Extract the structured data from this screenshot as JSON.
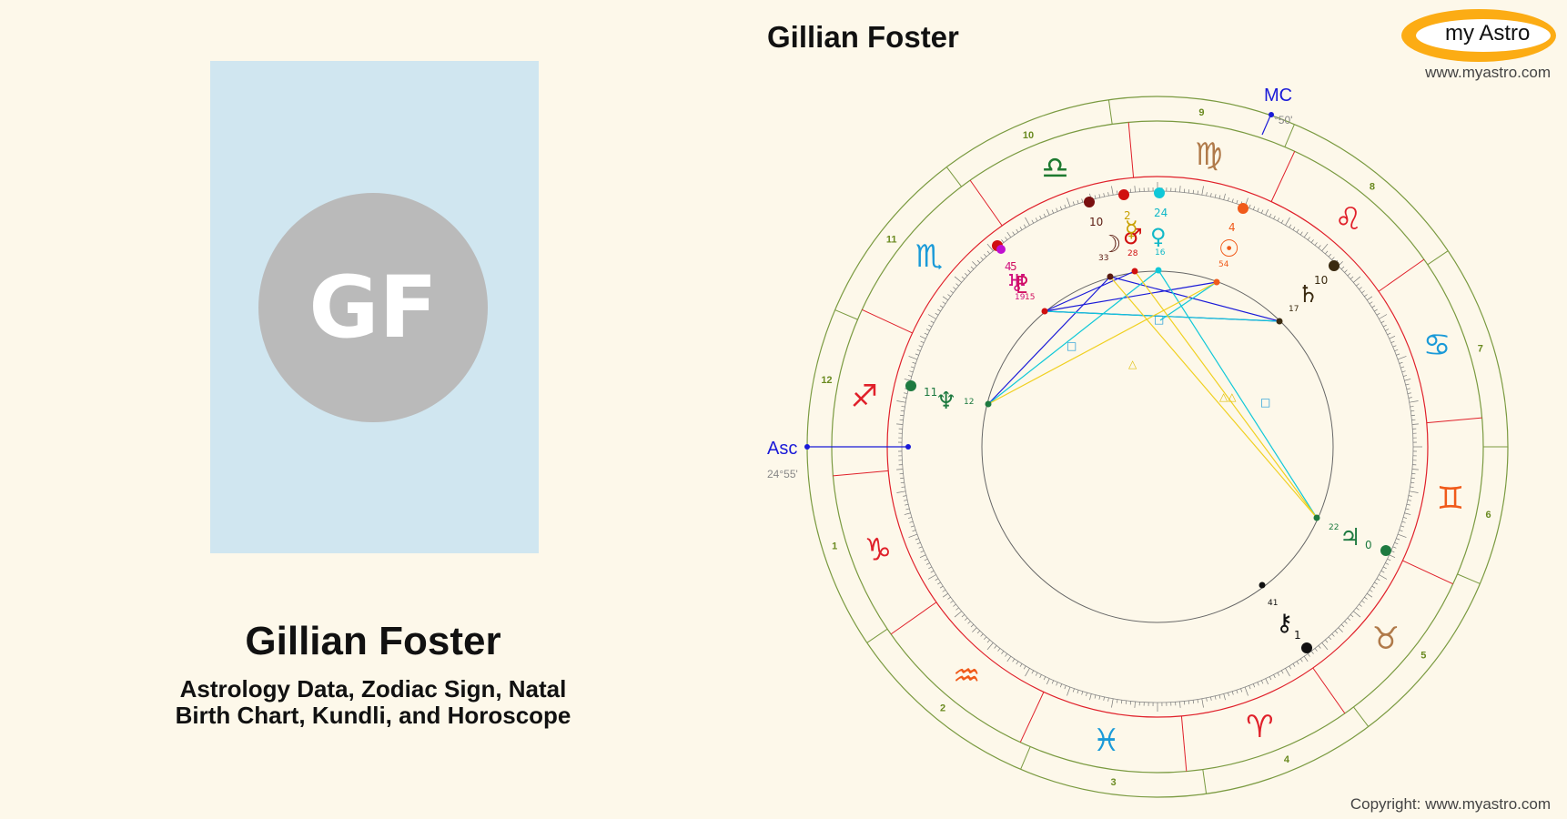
{
  "person": {
    "name": "Gillian Foster",
    "initials": "GF",
    "subtitle_line1": "Astrology Data, Zodiac Sign, Natal",
    "subtitle_line2": "Birth Chart, Kundli, and Horoscope"
  },
  "chart": {
    "title": "Gillian Foster",
    "asc_label": "Asc",
    "asc_degree": "24°55'",
    "mc_label": "MC",
    "mc_degree": "°50'",
    "house_numbers": [
      "1",
      "2",
      "3",
      "4",
      "5",
      "6",
      "7",
      "8",
      "9",
      "10",
      "11",
      "12"
    ],
    "signs": [
      {
        "name": "aries",
        "glyph": "♈",
        "color": "#e0202a"
      },
      {
        "name": "taurus",
        "glyph": "♉",
        "color": "#b07a4a"
      },
      {
        "name": "gemini",
        "glyph": "♊",
        "color": "#f05a1a"
      },
      {
        "name": "cancer",
        "glyph": "♋",
        "color": "#1a9ad8"
      },
      {
        "name": "leo",
        "glyph": "♌",
        "color": "#e0202a"
      },
      {
        "name": "virgo",
        "glyph": "♍",
        "color": "#b07a4a"
      },
      {
        "name": "libra",
        "glyph": "♎",
        "color": "#1e7a30"
      },
      {
        "name": "scorpio",
        "glyph": "♏",
        "color": "#1a9ad8"
      },
      {
        "name": "sagittarius",
        "glyph": "♐",
        "color": "#e0202a"
      },
      {
        "name": "capricorn",
        "glyph": "♑",
        "color": "#e0202a"
      },
      {
        "name": "aquarius",
        "glyph": "♒",
        "color": "#f05a1a"
      },
      {
        "name": "pisces",
        "glyph": "♓",
        "color": "#1a9ad8"
      }
    ],
    "planets": [
      {
        "name": "sun",
        "glyph": "☉",
        "deg": "4",
        "min": "54",
        "color": "#f05a1a"
      },
      {
        "name": "moon",
        "glyph": "☽",
        "deg": "10",
        "min": "33",
        "color": "#5a1a10"
      },
      {
        "name": "mercury",
        "glyph": "☿",
        "deg": "2",
        "min": "28",
        "color": "#c8a000"
      },
      {
        "name": "venus",
        "glyph": "♀",
        "deg": "24",
        "min": "16",
        "color": "#10b8c8"
      },
      {
        "name": "mars",
        "glyph": "♂",
        "deg": "2",
        "min": "28",
        "color": "#d01010"
      },
      {
        "name": "jupiter",
        "glyph": "♃",
        "deg": "0",
        "min": "22",
        "color": "#1e7a40"
      },
      {
        "name": "saturn",
        "glyph": "♄",
        "deg": "10",
        "min": "17",
        "color": "#3a2a10"
      },
      {
        "name": "uranus",
        "glyph": "♅",
        "deg": "4",
        "min": "19",
        "color": "#d01080"
      },
      {
        "name": "neptune",
        "glyph": "♆",
        "deg": "11",
        "min": "12",
        "color": "#1e7a40"
      },
      {
        "name": "pluto",
        "glyph": "♇",
        "deg": "5",
        "min": "15",
        "color": "#d01060"
      },
      {
        "name": "chiron",
        "glyph": "⚷",
        "deg": "1",
        "min": "41",
        "color": "#111111"
      }
    ]
  },
  "brand": {
    "logo_text": "my Astro",
    "url": "www.myastro.com",
    "copyright": "Copyright: www.myastro.com"
  },
  "colors": {
    "background": "#fdf8ea",
    "house_lines": "#e0202a",
    "outer_ring": "#6a9a30",
    "asc_mc": "#1a1ad8"
  }
}
